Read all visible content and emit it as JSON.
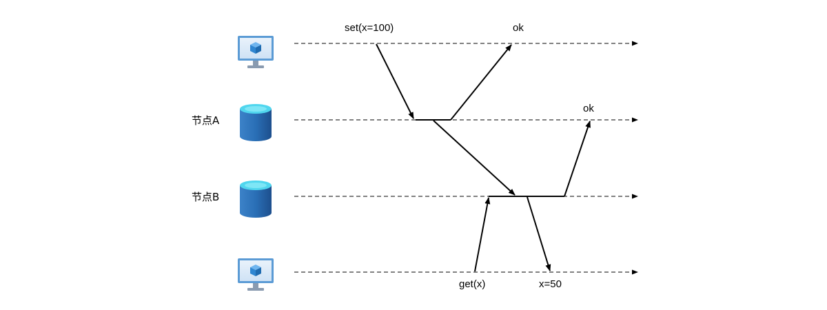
{
  "lanes": [
    {
      "id": "client-1",
      "kind": "client",
      "label": ""
    },
    {
      "id": "node-a",
      "kind": "db",
      "label": "节点A"
    },
    {
      "id": "node-b",
      "kind": "db",
      "label": "节点B"
    },
    {
      "id": "client-2",
      "kind": "client",
      "label": ""
    }
  ],
  "messages": {
    "set_request": "set(x=100)",
    "set_ok_client": "ok",
    "set_ok_node_a": "ok",
    "get_request": "get(x)",
    "get_response": "x=50"
  },
  "icons": {
    "client": "monitor-cube-icon",
    "db": "database-cylinder-icon"
  },
  "colors": {
    "line": "#000000",
    "monitor_frame": "#5b9bd5",
    "monitor_stand": "#8a9bb0",
    "cube": "#2f86d1",
    "cylinder_body": "#2565a8",
    "cylinder_top": "#50d6ee"
  }
}
